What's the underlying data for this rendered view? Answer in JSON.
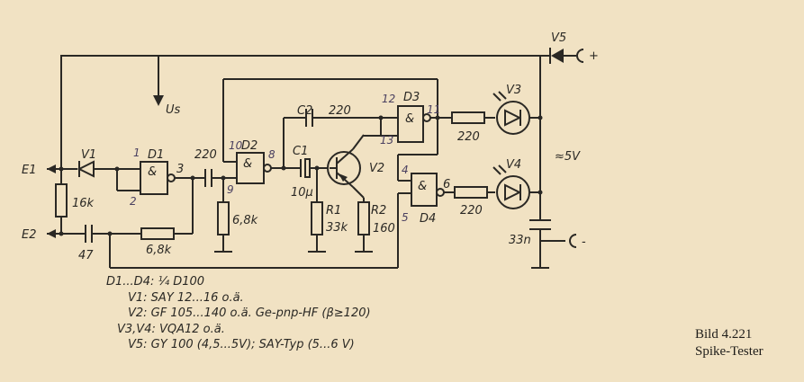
{
  "caption": {
    "figure": "Bild 4.221",
    "title": "Spike-Tester"
  },
  "parts_list": [
    "D1...D4: ¼ D100",
    "V1: SAY 12...16 o.ä.",
    "V2: GF 105...140 o.ä. Ge-pnp-HF (β≥120)",
    "V3,V4: VQA12 o.ä.",
    "V5: GY 100 (4,5...5V); SAY-Typ (5...6 V)"
  ],
  "terminals": {
    "e1": "E1",
    "e2": "E2",
    "plus": "+",
    "minus": "-"
  },
  "supply": {
    "us": "Us",
    "voltage": "≈5V"
  },
  "components": {
    "v1": "V1",
    "v2": "V2",
    "v3": "V3",
    "v4": "V4",
    "v5": "V5",
    "d1": "D1",
    "d2": "D2",
    "d3": "D3",
    "d4": "D4",
    "r_16k": "16k",
    "r_6k8_a": "6,8k",
    "r_6k8_b": "6,8k",
    "r1": "R1",
    "r1_val": "33k",
    "r2": "R2",
    "r2_val": "160",
    "r_220_a": "220",
    "r_220_b": "220",
    "c_47": "47",
    "c_220": "220",
    "c1": "C1",
    "c1_val": "10µ",
    "c2": "C2",
    "c2_val": "220",
    "c_33n": "33n",
    "gate_symbol": "&"
  },
  "pins": {
    "d1_in": "1",
    "d1_in2": "2",
    "d1_out": "3",
    "d2_in": "10",
    "d2_out": "8",
    "d2_pin9": "9",
    "d3_in": "12",
    "d3_in2": "13",
    "d3_out": "11",
    "d4_in": "4",
    "d4_in2": "5",
    "d4_out": "6"
  }
}
